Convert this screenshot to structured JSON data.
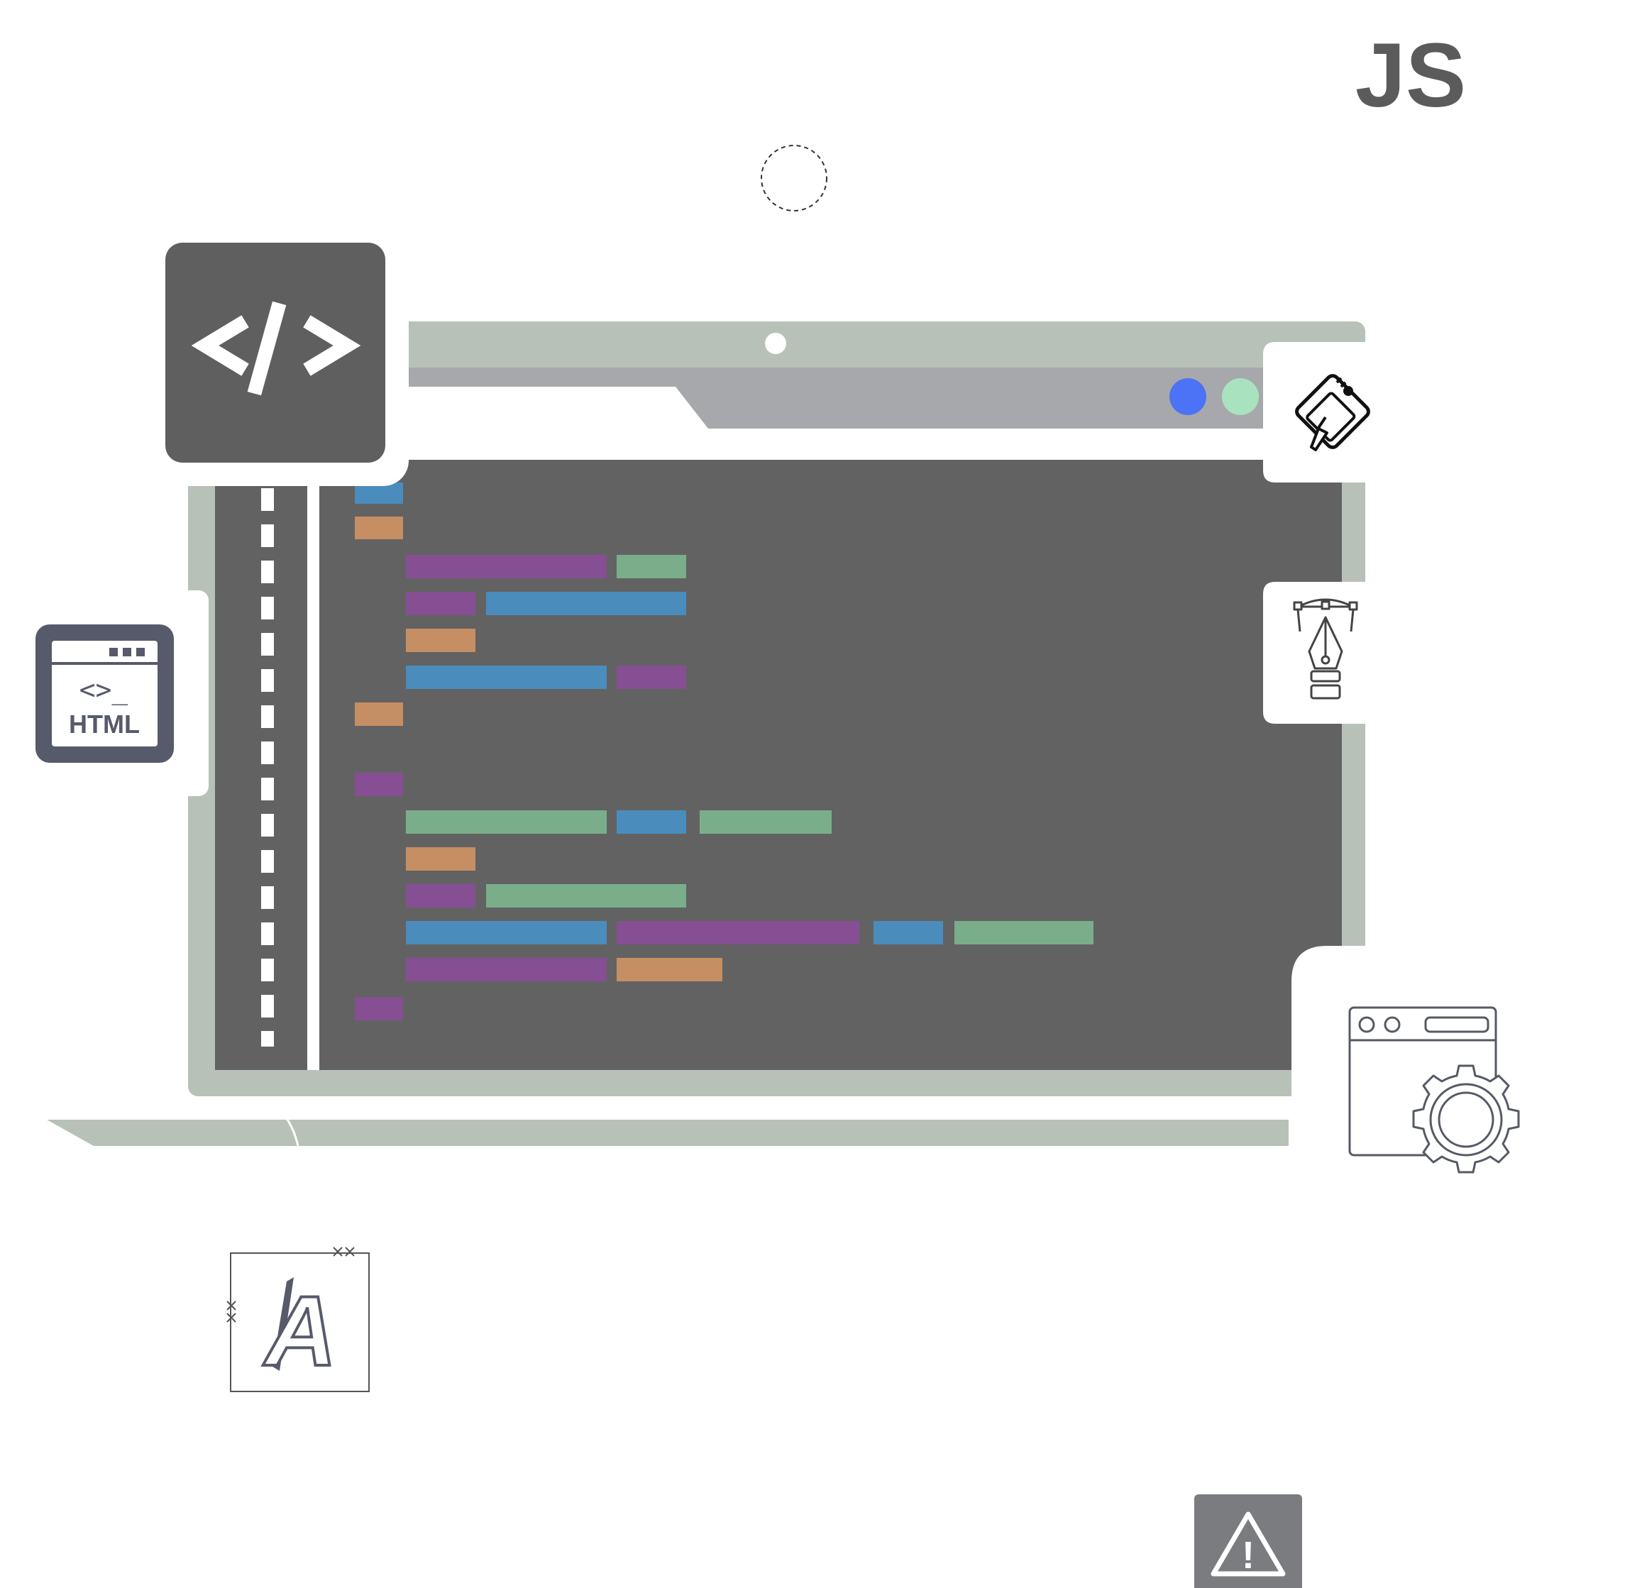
{
  "labels": {
    "js": "JS",
    "html": "HTML",
    "html_prompt": "<>_",
    "code_tag": "</>",
    "font_letter": "A",
    "warning_mark": "!"
  },
  "colors": {
    "background": "#ffffff",
    "laptop_body": "#b8c1b8",
    "browser_bar": "#a7a8ab",
    "editor_bg": "#626262",
    "dark_tile": "#5f5f5f",
    "html_tile": "#565a6a",
    "warning_tile": "#7a7c7f",
    "dot_blue": "#4c73f5",
    "dot_green": "#a9e2bf",
    "token_purple": "#874f93",
    "token_green": "#7aae8a",
    "token_blue": "#4a8dbd",
    "token_orange": "#c58f63",
    "outline": "#5e5f66"
  },
  "icons": [
    "code-brackets-icon",
    "html-browser-icon",
    "js-logo-icon",
    "drawing-tablet-icon",
    "pen-tool-icon",
    "browser-settings-icon",
    "font-3d-icon",
    "warning-icon"
  ]
}
